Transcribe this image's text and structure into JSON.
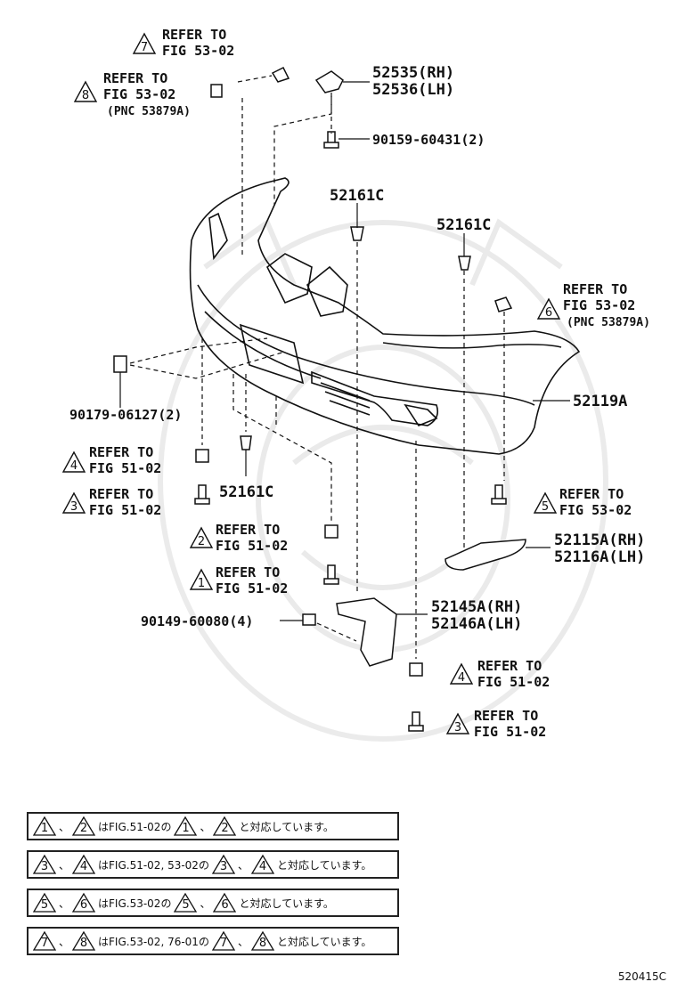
{
  "callouts": {
    "c7": {
      "num": "7",
      "line1": "REFER TO",
      "line2": "FIG 53-02"
    },
    "c8": {
      "num": "8",
      "line1": "REFER TO",
      "line2": "FIG 53-02",
      "line3": "(PNC 53879A)"
    },
    "c6": {
      "num": "6",
      "line1": "REFER TO",
      "line2": "FIG 53-02",
      "line3": "(PNC 53879A)"
    },
    "c4a": {
      "num": "4",
      "line1": "REFER TO",
      "line2": "FIG 51-02"
    },
    "c3a": {
      "num": "3",
      "line1": "REFER TO",
      "line2": "FIG 51-02"
    },
    "c5": {
      "num": "5",
      "line1": "REFER TO",
      "line2": "FIG 53-02"
    },
    "c2": {
      "num": "2",
      "line1": "REFER TO",
      "line2": "FIG 51-02"
    },
    "c1": {
      "num": "1",
      "line1": "REFER TO",
      "line2": "FIG 51-02"
    },
    "c4b": {
      "num": "4",
      "line1": "REFER TO",
      "line2": "FIG 51-02"
    },
    "c3b": {
      "num": "3",
      "line1": "REFER TO",
      "line2": "FIG 51-02"
    }
  },
  "parts": {
    "p52535": "52535(RH)",
    "p52536": "52536(LH)",
    "p90159": "90159-60431(2)",
    "p52161c_top": "52161C",
    "p52161c_mid": "52161C",
    "p52161c_low": "52161C",
    "p52119a": "52119A",
    "p90179": "90179-06127(2)",
    "p52115a": "52115A(RH)",
    "p52116a": "52116A(LH)",
    "p52145a": "52145A(RH)",
    "p52146a": "52146A(LH)",
    "p90149": "90149-60080(4)"
  },
  "notes": [
    {
      "a": "1",
      "sep": "、",
      "b": "2",
      "mid": "はFIG.51-02の",
      "c": "1",
      "sep2": "、",
      "d": "2",
      "end": "と対応しています。"
    },
    {
      "a": "3",
      "sep": "、",
      "b": "4",
      "mid": "はFIG.51-02, 53-02の",
      "c": "3",
      "sep2": "、",
      "d": "4",
      "end": "と対応しています。"
    },
    {
      "a": "5",
      "sep": "、",
      "b": "6",
      "mid": "はFIG.53-02の",
      "c": "5",
      "sep2": "、",
      "d": "6",
      "end": "と対応しています。"
    },
    {
      "a": "7",
      "sep": "、",
      "b": "8",
      "mid": "はFIG.53-02, 76-01の",
      "c": "7",
      "sep2": "、",
      "d": "8",
      "end": "と対応しています。"
    }
  ],
  "footer_code": "520415C"
}
